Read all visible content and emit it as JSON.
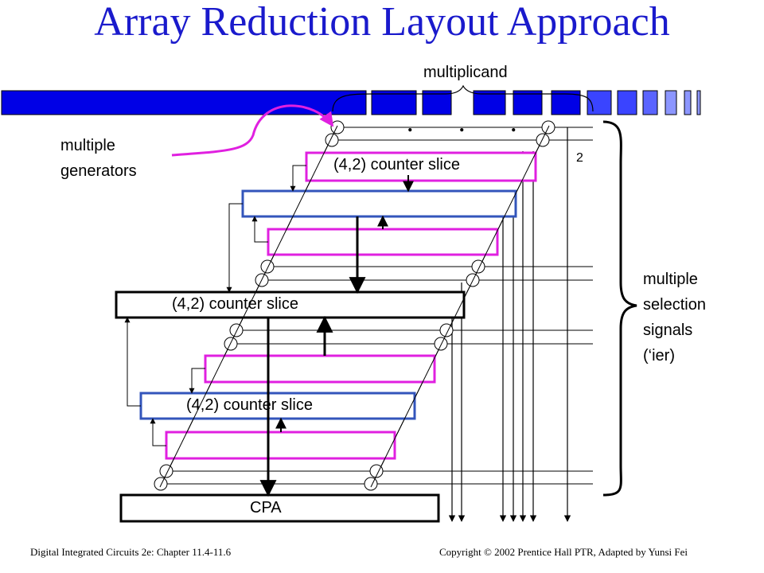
{
  "title": "Array Reduction Layout Approach",
  "labels": {
    "multiplicand": "multiplicand",
    "multiple_generators": [
      "multiple",
      "generators"
    ],
    "counter_slice": "(4,2) counter slice",
    "cpa": "CPA",
    "two": "2",
    "selection_signals": [
      "multiple",
      "selection",
      "signals",
      "(‘ier)"
    ],
    "ellipsis": ". . ."
  },
  "footer": {
    "left": "Digital Integrated Circuits 2e: Chapter 11.4-11.6",
    "right": "Copyright © 2002 Prentice Hall PTR, Adapted by Yunsi Fei"
  },
  "colors": {
    "title": "#1a1acc",
    "bus_dark": "#0000e6",
    "bus_mid": "#3a44ff",
    "bus_light": "#8c96ff",
    "magenta": "#e020e0",
    "blue_slice": "#3355bb",
    "black": "#000000"
  }
}
